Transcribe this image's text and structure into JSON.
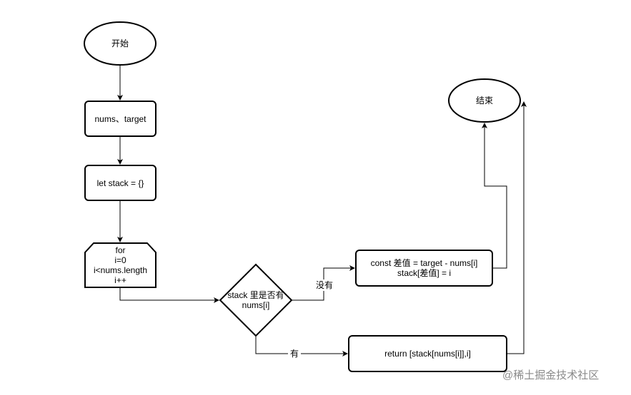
{
  "nodes": {
    "start": "开始",
    "input": "nums、target",
    "init": "let stack = {}",
    "loop_lines": [
      "for",
      "i=0",
      "i<nums.length",
      "i++"
    ],
    "decision_lines": [
      "stack 里是否有",
      "nums[i]"
    ],
    "process_lines": [
      "const 差值 = target - nums[i]",
      "stack[差值] = i"
    ],
    "return_node": "return [stack[nums[i]],i]",
    "end": "结束"
  },
  "edges": {
    "no": "没有",
    "yes": "有"
  },
  "watermark": "@稀土掘金技术社区",
  "colors": {
    "stroke": "#000000",
    "background": "#ffffff",
    "watermark": "#8a8a8a"
  }
}
